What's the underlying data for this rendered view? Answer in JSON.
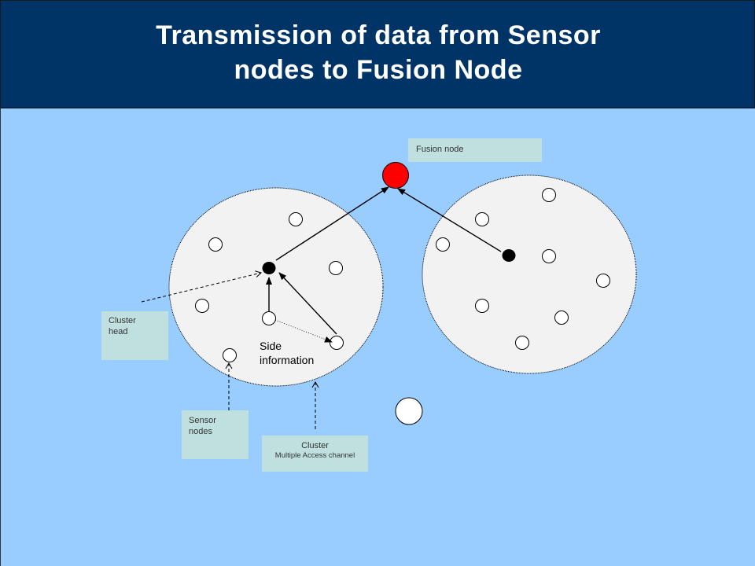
{
  "title": {
    "line1": "Transmission of data from Sensor",
    "line2": "nodes to Fusion Node"
  },
  "labels": {
    "fusion_node": "Fusion node",
    "cluster_head_line1": "Cluster",
    "cluster_head_line2": "head",
    "sensor_nodes_line1": "Sensor",
    "sensor_nodes_line2": "nodes",
    "cluster_line1": "Cluster",
    "cluster_line2": "Multiple Access channel",
    "side_info_line1": "Side",
    "side_info_line2": "information"
  },
  "colors": {
    "header_bg": "#003366",
    "slide_bg": "#99ccff",
    "cluster_fill": "#f2f2f2",
    "callout_fill": "#c0e0e0",
    "fusion_node": "#ff0000",
    "cluster_head_node": "#000000"
  }
}
